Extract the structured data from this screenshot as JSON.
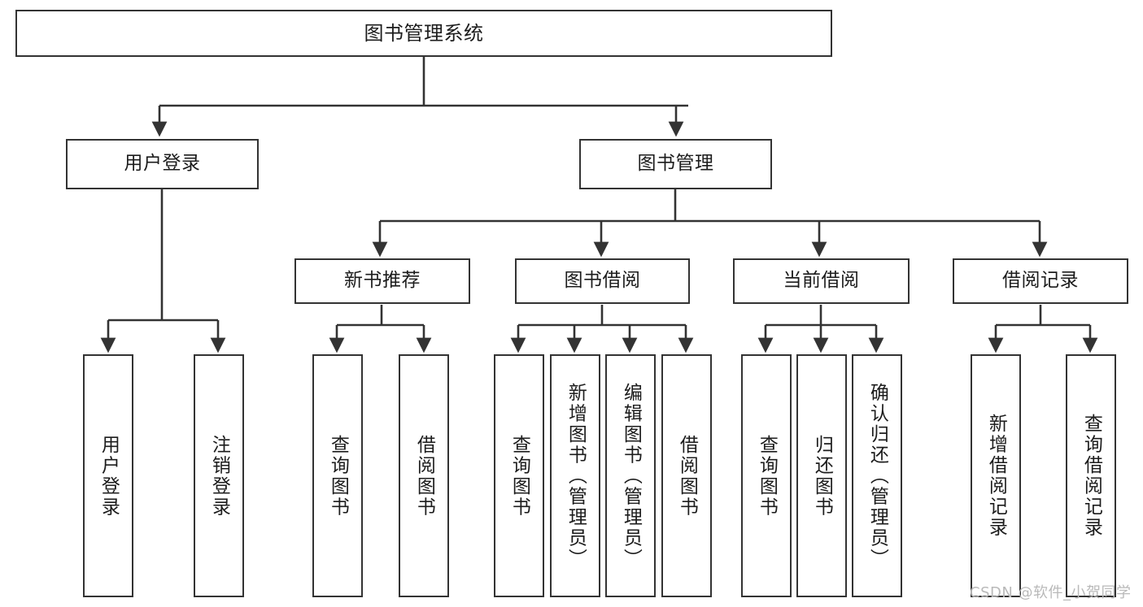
{
  "diagram": {
    "title": "图书管理系统",
    "type": "tree-hierarchy",
    "root": {
      "id": "root",
      "label": "图书管理系统"
    },
    "level2": [
      {
        "id": "user-login",
        "label": "用户登录"
      },
      {
        "id": "book-manage",
        "label": "图书管理"
      }
    ],
    "level3": [
      {
        "id": "new-book-rec",
        "label": "新书推荐",
        "parent": "book-manage"
      },
      {
        "id": "book-borrow",
        "label": "图书借阅",
        "parent": "book-manage"
      },
      {
        "id": "current-borrow",
        "label": "当前借阅",
        "parent": "book-manage"
      },
      {
        "id": "borrow-record",
        "label": "借阅记录",
        "parent": "book-manage"
      }
    ],
    "leaves": [
      {
        "id": "leaf-user-login",
        "label": "用户登录",
        "parent": "user-login"
      },
      {
        "id": "leaf-logout",
        "label": "注销登录",
        "parent": "user-login"
      },
      {
        "id": "leaf-query-book-1",
        "label": "查询图书",
        "parent": "new-book-rec"
      },
      {
        "id": "leaf-borrow-book-1",
        "label": "借阅图书",
        "parent": "new-book-rec"
      },
      {
        "id": "leaf-query-book-2",
        "label": "查询图书",
        "parent": "book-borrow"
      },
      {
        "id": "leaf-add-book",
        "label": "新增图书（管理员）",
        "parent": "book-borrow"
      },
      {
        "id": "leaf-edit-book",
        "label": "编辑图书（管理员）",
        "parent": "book-borrow"
      },
      {
        "id": "leaf-borrow-book-2",
        "label": "借阅图书",
        "parent": "book-borrow"
      },
      {
        "id": "leaf-query-book-3",
        "label": "查询图书",
        "parent": "current-borrow"
      },
      {
        "id": "leaf-return-book",
        "label": "归还图书",
        "parent": "current-borrow"
      },
      {
        "id": "leaf-confirm-return",
        "label": "确认归还（管理员）",
        "parent": "current-borrow"
      },
      {
        "id": "leaf-add-record",
        "label": "新增借阅记录",
        "parent": "borrow-record"
      },
      {
        "id": "leaf-query-record",
        "label": "查询借阅记录",
        "parent": "borrow-record"
      }
    ]
  },
  "watermark": {
    "text": "CSDN @软件_小贺同学"
  },
  "colors": {
    "stroke": "#333333",
    "fill": "#ffffff",
    "text": "#1c1c1c",
    "watermark": "#b9b9b9"
  }
}
